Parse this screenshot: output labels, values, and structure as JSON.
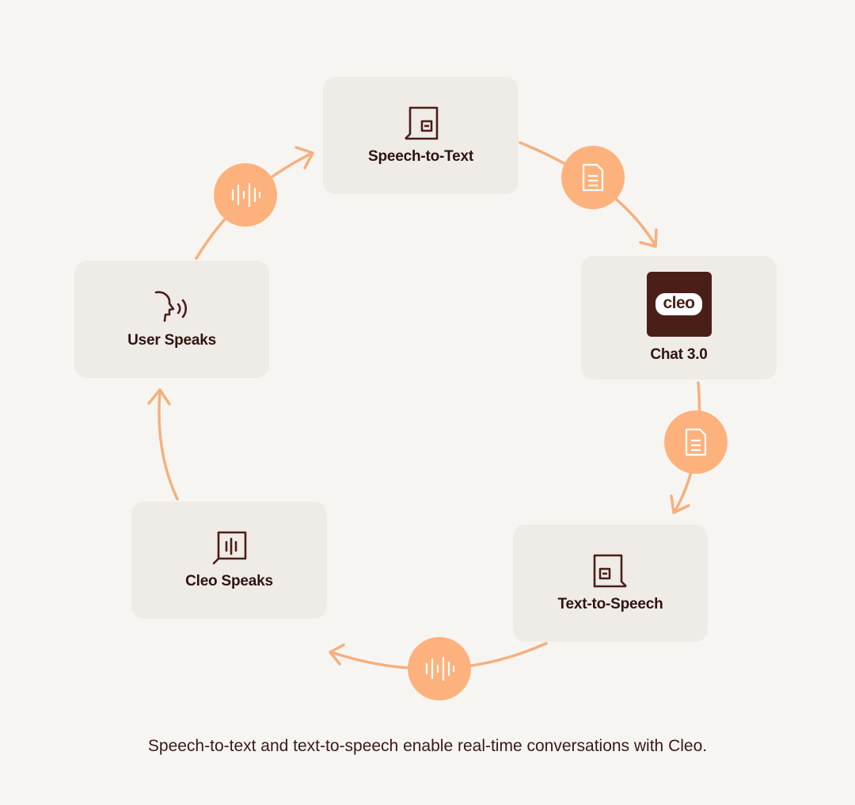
{
  "nodes": {
    "speech_to_text": "Speech-to-Text",
    "chat": "Chat 3.0",
    "chat_logo": "cleo",
    "text_to_speech": "Text-to-Speech",
    "cleo_speaks": "Cleo Speaks",
    "user_speaks": "User Speaks"
  },
  "caption": "Speech-to-text and text-to-speech enable real-time conversations with Cleo.",
  "colors": {
    "background": "#f7f5f2",
    "card": "#efebe7",
    "accent": "#fdb27d",
    "arrow": "#f5b07e",
    "ink": "#3a1a14",
    "logo_bg": "#4a1f18"
  },
  "icons": {
    "speech_to_text": "document-in-frame-icon",
    "chat": "cleo-logo",
    "text_to_speech": "frame-with-document-icon",
    "cleo_speaks": "speech-bubble-waveform-icon",
    "user_speaks": "speaking-head-icon",
    "badge_audio": "audio-waveform-icon",
    "badge_text": "document-icon"
  }
}
